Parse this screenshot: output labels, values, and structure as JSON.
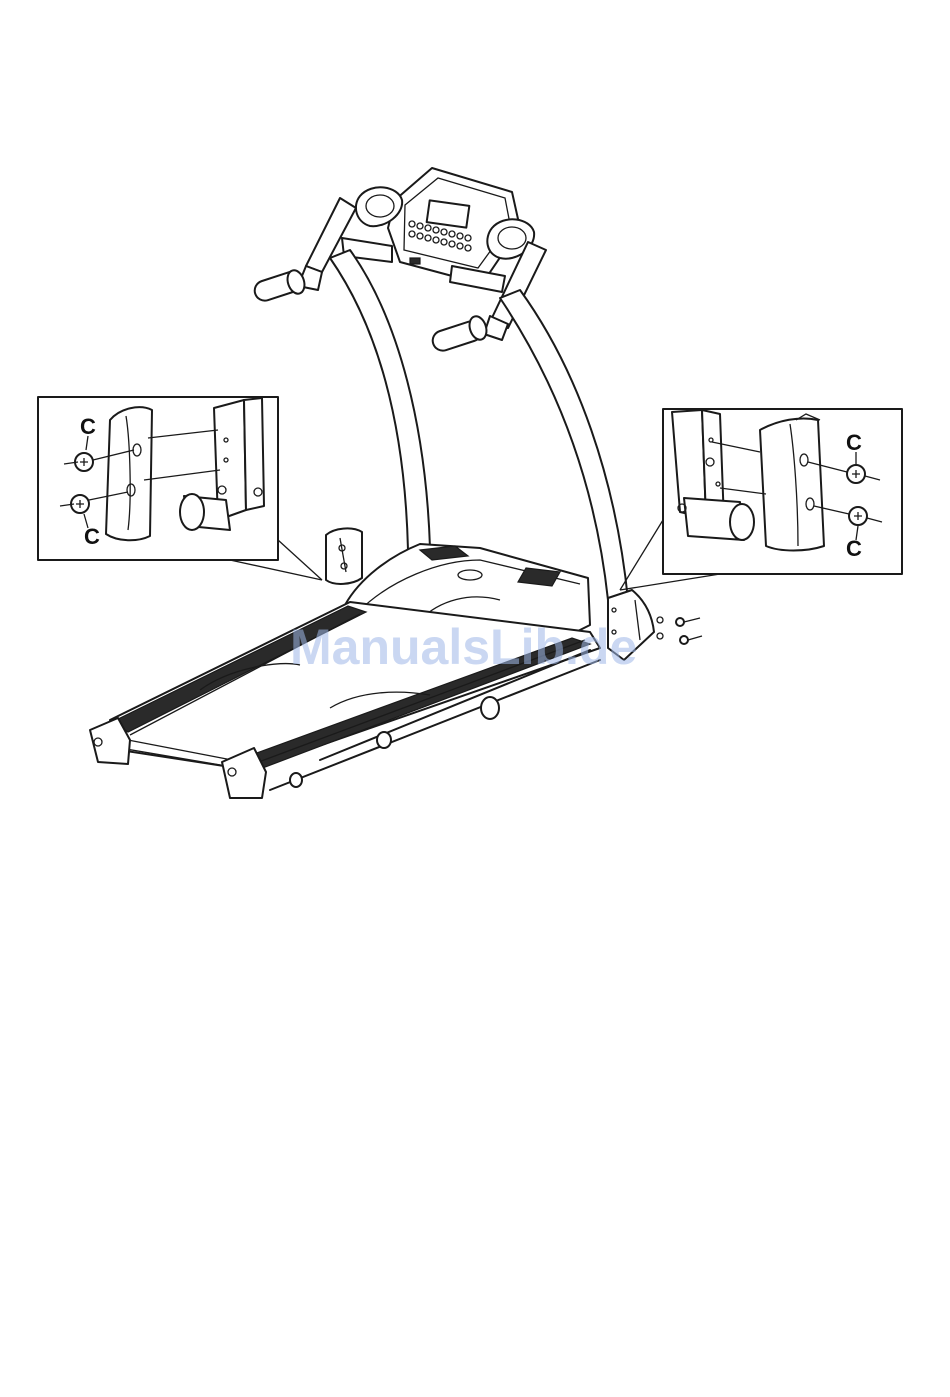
{
  "figure": {
    "left_callout": {
      "labels": [
        "C",
        "C"
      ]
    },
    "right_callout": {
      "labels": [
        "C",
        "C"
      ]
    }
  },
  "watermark": {
    "text": "ManualsLib.de"
  }
}
